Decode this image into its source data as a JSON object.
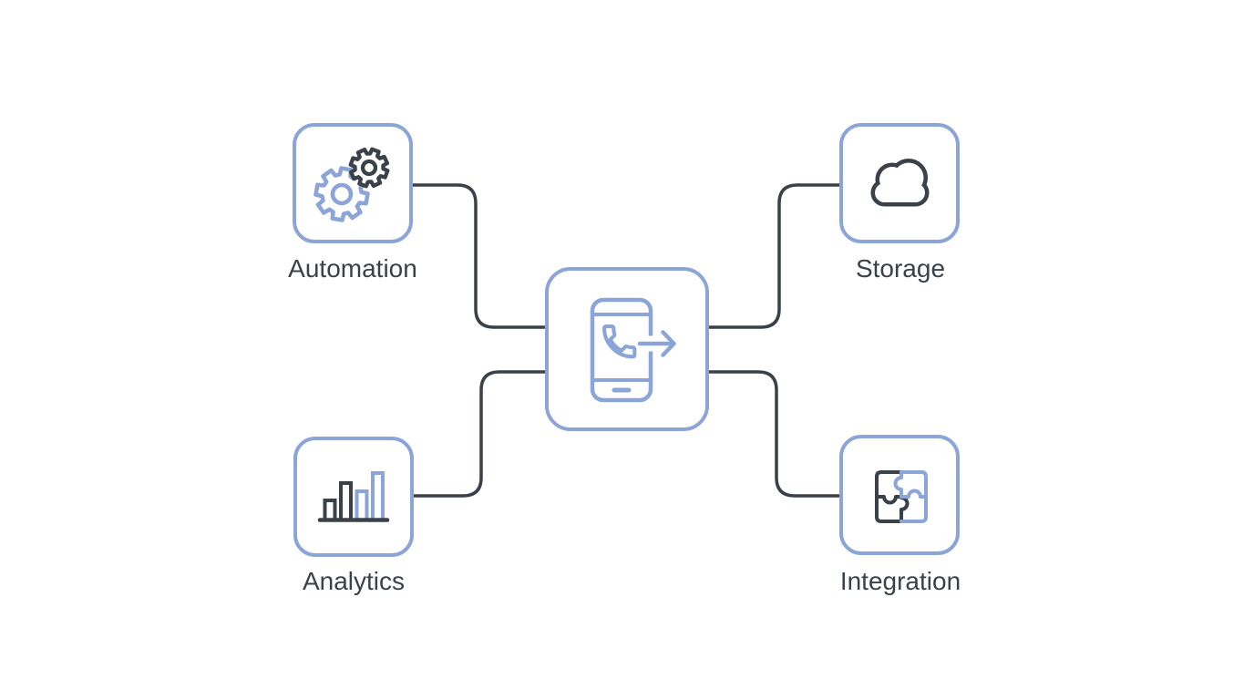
{
  "colors": {
    "accent_blue": "#8CA5D8",
    "line_dark": "#3A4149",
    "text": "#3A4149",
    "background": "#FFFFFF"
  },
  "diagram": {
    "type": "hub-and-spoke",
    "center_node": {
      "id": "phone-forwarding",
      "icon": "phone-forward-icon"
    },
    "nodes": [
      {
        "id": "automation",
        "label": "Automation",
        "icon": "gears-icon",
        "position": "top-left"
      },
      {
        "id": "storage",
        "label": "Storage",
        "icon": "cloud-icon",
        "position": "top-right"
      },
      {
        "id": "analytics",
        "label": "Analytics",
        "icon": "bar-chart-icon",
        "position": "bottom-left"
      },
      {
        "id": "integration",
        "label": "Integration",
        "icon": "puzzle-icon",
        "position": "bottom-right"
      }
    ],
    "connections": [
      {
        "from": "automation",
        "to": "phone-forwarding"
      },
      {
        "from": "analytics",
        "to": "phone-forwarding"
      },
      {
        "from": "phone-forwarding",
        "to": "storage"
      },
      {
        "from": "phone-forwarding",
        "to": "integration"
      }
    ]
  }
}
